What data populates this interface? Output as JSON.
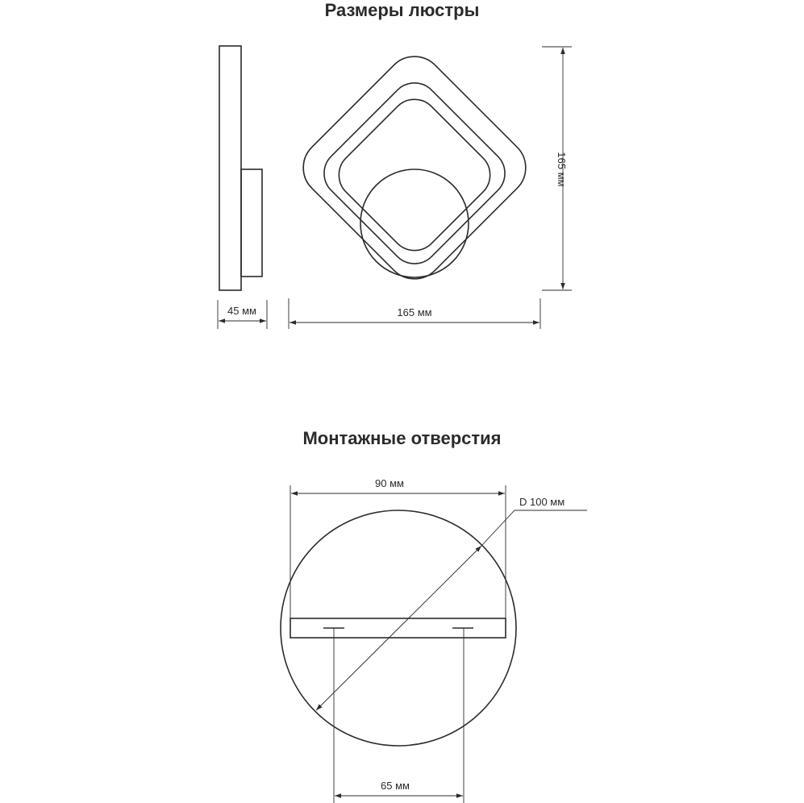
{
  "titles": {
    "dimensions": "Размеры люстры",
    "mounting": "Монтажные отверстия"
  },
  "dimensions": {
    "depth": "45 мм",
    "width": "165 мм",
    "height": "165 мм"
  },
  "mounting": {
    "plate_width": "90 мм",
    "diameter": "D 100 мм",
    "hole_spacing": "65 мм"
  }
}
